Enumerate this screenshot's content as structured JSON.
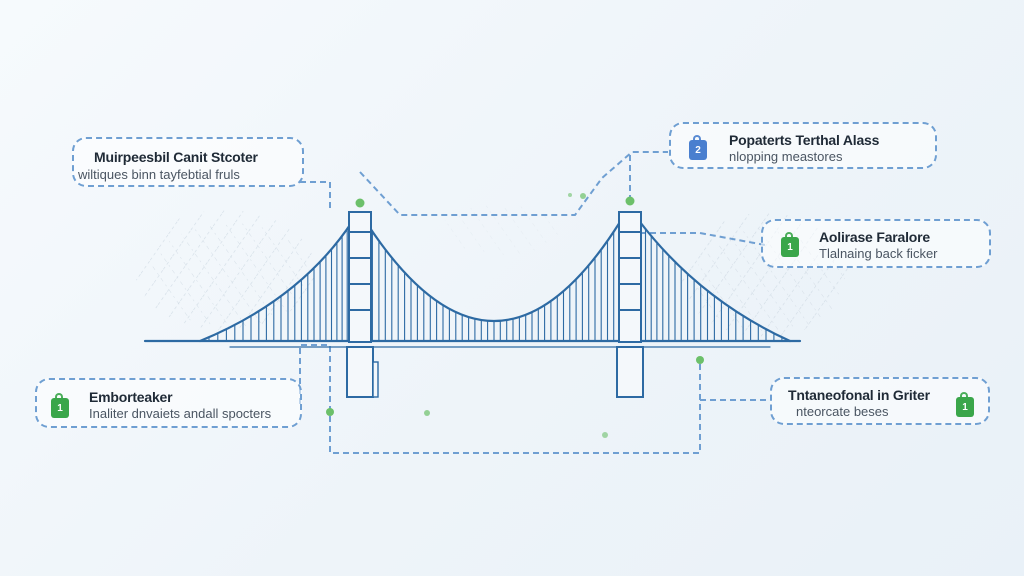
{
  "colors": {
    "bridge_stroke": "#2d6aa3",
    "connector": "#6f9fd2",
    "accent_green": "#3aa64a",
    "accent_blue": "#4a7fcf",
    "hatch": "#c7d3de"
  },
  "callouts": {
    "top_left": {
      "title": "Muirpeesbil Canit Stcoter",
      "subtitle": "wiltiques binn tayfebtial fruls"
    },
    "top_right": {
      "icon": "lock-icon",
      "badge": "2",
      "title": "Popaterts Terthal Alass",
      "subtitle": "nlopping meastores"
    },
    "mid_right": {
      "icon": "lock-icon",
      "badge": "1",
      "title": "Aolirase Faralore",
      "subtitle": "Tlalnaing back ficker"
    },
    "bottom_left": {
      "icon": "lock-icon",
      "badge": "1",
      "title": "Emborteaker",
      "subtitle": "Inaliter dnvaiets andall spocters"
    },
    "bottom_right": {
      "icon": "lock-icon",
      "badge": "1",
      "title": "Tntaneofonal in Griter",
      "subtitle": "nteorcate beses"
    }
  }
}
